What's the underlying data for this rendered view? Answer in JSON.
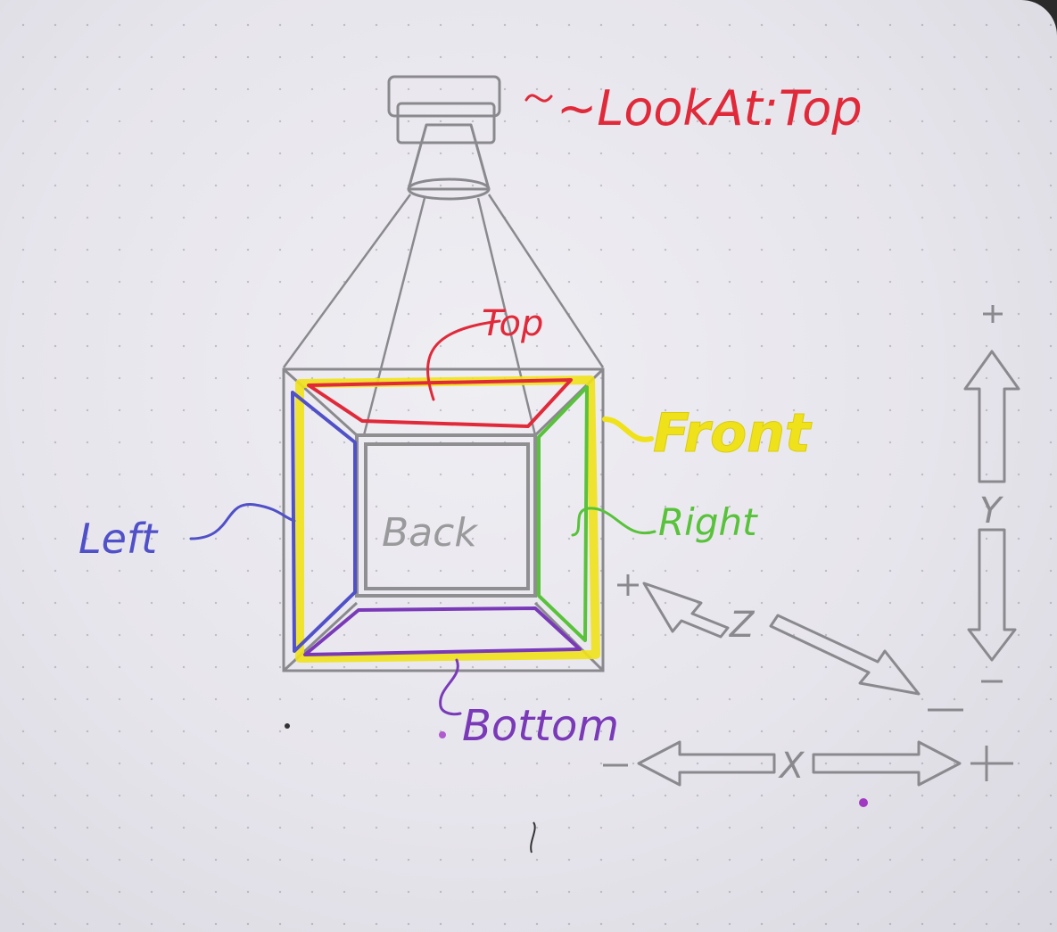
{
  "labels": {
    "look_at": "~LookAt:Top",
    "top": "Top",
    "front": "Front",
    "back": "Back",
    "left": "Left",
    "right": "Right",
    "bottom": "Bottom"
  },
  "axes": {
    "y_label": "Y",
    "x_label": "X",
    "y_plus": "+",
    "y_minus": "-",
    "x_minus": "-",
    "x_plus": "+",
    "z_label": "Z",
    "z_plus": "+",
    "z_minus": "-"
  },
  "colors": {
    "pencil": "#8a8a8e",
    "red": "#e02a3a",
    "yellow": "#efe21a",
    "green": "#58c23a",
    "blue": "#5050c8",
    "purple": "#7a3ab8",
    "gray_text": "#9a9a9c"
  }
}
